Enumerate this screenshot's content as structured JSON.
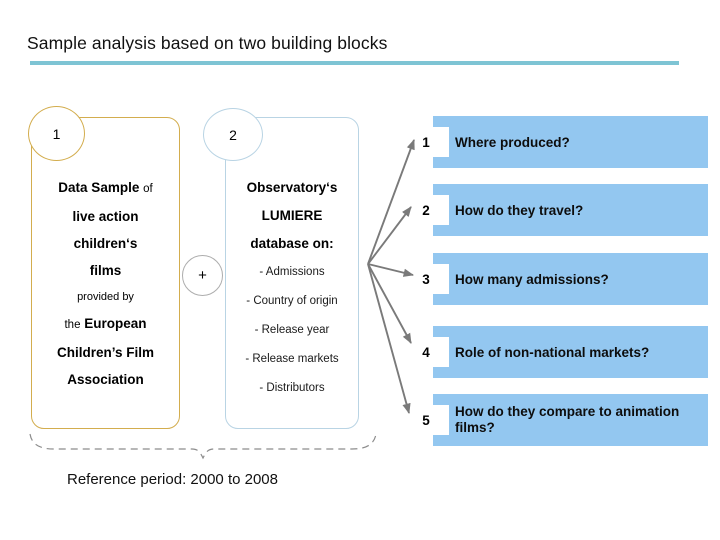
{
  "slide": {
    "title": "Sample analysis based on two building blocks",
    "rule_color": "#7ec4d4",
    "reference_caption": "Reference period: 2000 to 2008"
  },
  "building_blocks": [
    {
      "number": "1",
      "border_color": "#d3ad4e",
      "lines": [
        {
          "text": "Data Sample",
          "style": "big"
        },
        {
          "text": "of",
          "style": "small-inline"
        },
        {
          "text": "live action",
          "style": "big"
        },
        {
          "text": "children‘s",
          "style": "big"
        },
        {
          "text": "films",
          "style": "big"
        },
        {
          "text": "provided by",
          "style": "tiny"
        },
        {
          "text": "the",
          "style": "small-inline"
        },
        {
          "text": "European",
          "style": "big"
        },
        {
          "text": "Children’s Film",
          "style": "big"
        },
        {
          "text": "Association",
          "style": "big"
        }
      ],
      "l1": "Data Sample",
      "l1b": "of",
      "l2": "live action",
      "l3": "children‘s",
      "l4": "films",
      "l5": "provided by",
      "l6a": "the",
      "l6b": "European",
      "l7": "Children’s Film",
      "l8": "Association"
    },
    {
      "number": "2",
      "border_color": "#b9d4e4",
      "h1": "Observatory‘s",
      "h2": "LUMIERE",
      "h3": "database on:",
      "items": [
        "- Admissions",
        "- Country of origin",
        "- Release year",
        "- Release markets",
        "- Distributors"
      ]
    }
  ],
  "operator": {
    "symbol": "+",
    "name": "plus-operator"
  },
  "questions": {
    "bar_color": "#93c7f0",
    "items": [
      {
        "number": "1",
        "text": "Where produced?"
      },
      {
        "number": "2",
        "text": "How do they travel?"
      },
      {
        "number": "3",
        "text": "How many admissions?"
      },
      {
        "number": "4",
        "text": "Role of non-national markets?"
      },
      {
        "number": "5",
        "text": "How do they compare to animation films?"
      }
    ]
  },
  "arrows": {
    "color": "#7a7a7a",
    "count": 5,
    "origin_label": "fan-origin"
  }
}
